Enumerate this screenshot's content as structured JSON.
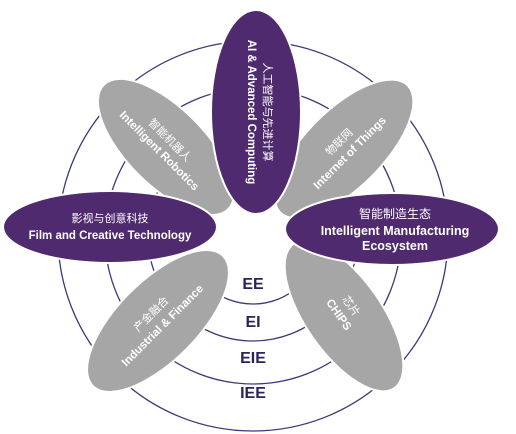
{
  "colors": {
    "purple": "#4f2a6e",
    "gray": "#a6a6a6",
    "ring_stroke": "#3a3a78",
    "petal_edge": "#ffffff",
    "label": "#2e2356"
  },
  "rings": {
    "ee": "EE",
    "ei": "EI",
    "eie": "EIE",
    "iee": "IEE"
  },
  "petals": {
    "ai": {
      "cn": "人工智能与先进计算",
      "en": "AI & Advanced Computing"
    },
    "iot": {
      "cn": "物联网",
      "en": "Internet of Things"
    },
    "manufacturing": {
      "cn": "智能制造生态",
      "en_line1": "Intelligent Manufacturing",
      "en_line2": "Ecosystem"
    },
    "chips": {
      "cn": "芯片",
      "en": "CHIPS"
    },
    "finance": {
      "cn": "产金融合",
      "en": "Industrial & Finance"
    },
    "film": {
      "cn": "影视与创意科技",
      "en": "Film and Creative  Technology"
    },
    "robotics": {
      "cn": "智能机器人",
      "en": "Intelligent  Robotics"
    }
  }
}
